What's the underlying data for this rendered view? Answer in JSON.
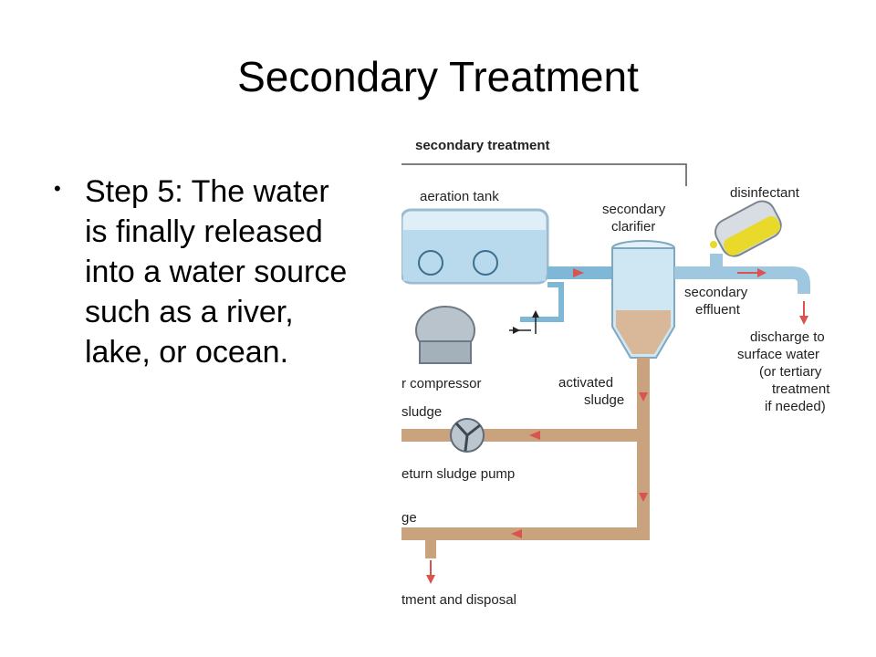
{
  "slide": {
    "title": "Secondary Treatment",
    "bullet": "Step 5: The water is finally released into a water source such as a river, lake, or ocean."
  },
  "diagram": {
    "heading": "secondary treatment",
    "labels": {
      "aeration_tank": "aeration tank",
      "secondary_clarifier_1": "secondary",
      "secondary_clarifier_2": "clarifier",
      "disinfectant": "disinfectant",
      "secondary_effluent_1": "secondary",
      "secondary_effluent_2": "effluent",
      "discharge_1": "discharge to",
      "discharge_2": "surface water",
      "discharge_3": "(or tertiary",
      "discharge_4": "treatment",
      "discharge_5": "if needed)",
      "compressor": "r compressor",
      "activated_sludge_1": "activated",
      "activated_sludge_2": "sludge",
      "sludge": "sludge",
      "return_pump": "eturn sludge pump",
      "ge": "ge",
      "disposal": "tment and disposal"
    },
    "colors": {
      "pipe_blue": "#7fb7d6",
      "pipe_brown": "#c9a27e",
      "water": "#cfe6f3",
      "arrow_red": "#d9534f",
      "disinfectant_yellow": "#e8d92a"
    }
  }
}
